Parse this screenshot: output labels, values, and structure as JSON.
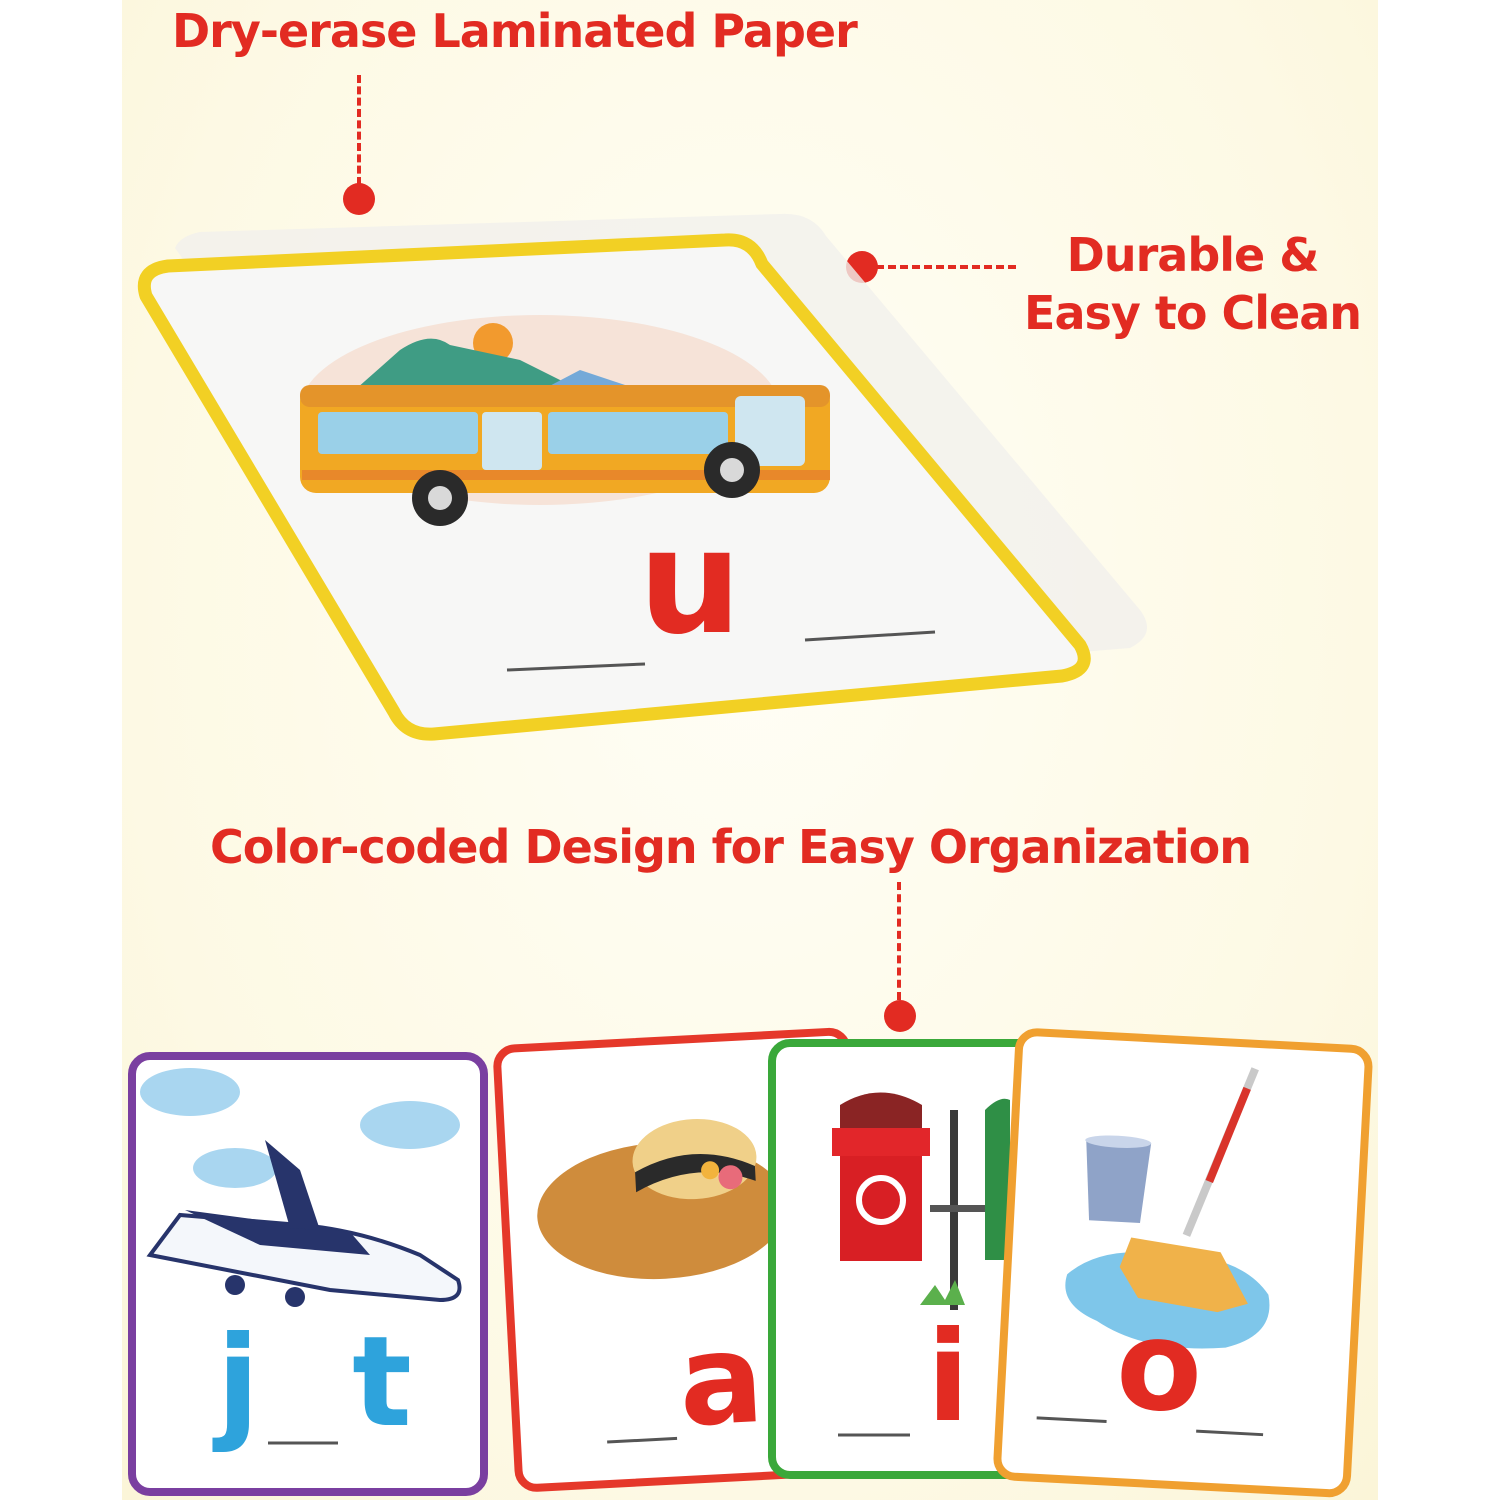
{
  "labels": {
    "laminated": "Dry-erase Laminated Paper",
    "durable_line1": "Durable &",
    "durable_line2": "Easy to Clean",
    "color_coded": "Color-coded Design for Easy Organization"
  },
  "main_card": {
    "letter": "u",
    "border_color": "#f2d024",
    "letter_color": "#e22b22"
  },
  "cards": [
    {
      "letters": [
        "j",
        "t"
      ],
      "border_color": "#7a3fa0",
      "letter_color": "#2ea3dc",
      "icon": "airplane-icon"
    },
    {
      "letters": [
        "a"
      ],
      "border_color": "#e5382a",
      "letter_color": "#e22b22",
      "icon": "sun-hat-icon"
    },
    {
      "letters": [
        "i"
      ],
      "border_color": "#3aa83a",
      "letter_color": "#e22b22",
      "icon": "recycle-bin-icon"
    },
    {
      "letters": [
        "o"
      ],
      "border_color": "#f0a030",
      "letter_color": "#e22b22",
      "icon": "mop-bucket-icon"
    }
  ]
}
